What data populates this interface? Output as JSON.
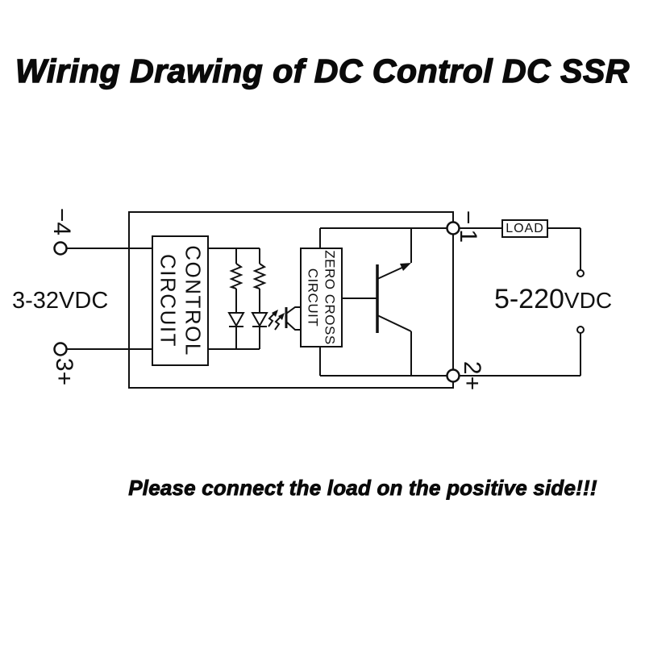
{
  "title": "Wiring Drawing of DC Control DC SSR",
  "note": "Please connect the load on the positive side!!!",
  "input": {
    "voltage": "3-32VDC"
  },
  "output": {
    "voltage_value": "5-220",
    "voltage_unit": "VDC"
  },
  "blocks": {
    "control": {
      "line1": "CONTROL",
      "line2": "CIRCUIT"
    },
    "zero_cross": {
      "line1": "ZERO CROSS",
      "line2": "CIRCUIT"
    },
    "load": "LOAD"
  },
  "terminals": {
    "t4": {
      "polarity": "−",
      "number": "4"
    },
    "t3": {
      "number": "3",
      "polarity": "+"
    },
    "t1": {
      "polarity": "−",
      "number": "1"
    },
    "t2": {
      "number": "2",
      "polarity": "+"
    }
  },
  "colors": {
    "ink": "#111111",
    "background": "#ffffff"
  }
}
